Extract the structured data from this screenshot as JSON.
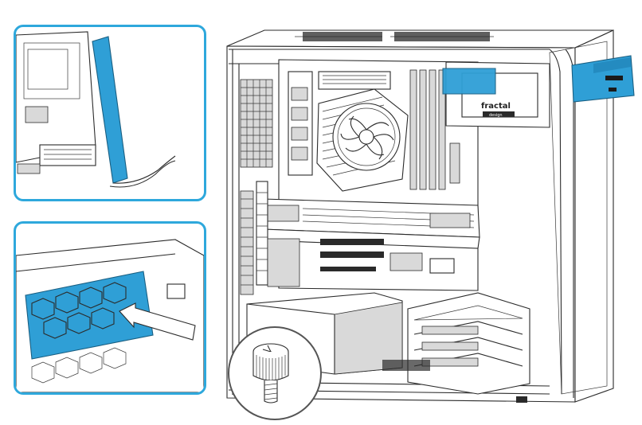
{
  "brand": {
    "logo_text": "fractal",
    "logo_subtext": "design"
  },
  "colors": {
    "highlight": "#2f9fd6",
    "line": "#2b2b2b",
    "background": "#ffffff"
  },
  "panels": [
    {
      "name": "front-panel-removal-inset",
      "icon": "front-bezel-icon"
    },
    {
      "name": "dust-filter-insertion-inset",
      "icon": "dust-filter-icon"
    },
    {
      "name": "thumbscrew-callout",
      "icon": "thumbscrew-icon"
    }
  ]
}
